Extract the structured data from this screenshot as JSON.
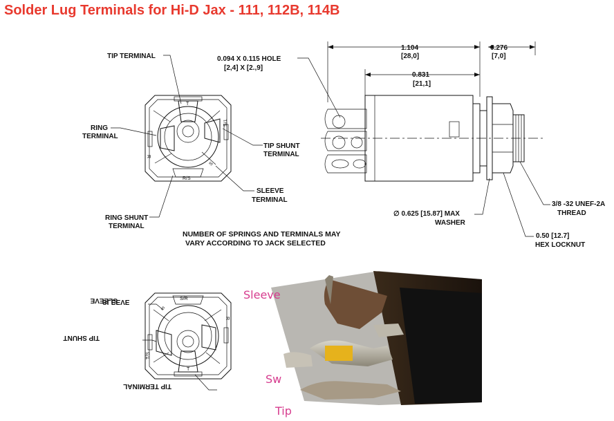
{
  "title": "Solder Lug Terminals for Hi-D Jax - 111, 112B, 114B",
  "front_view": {
    "tip_terminal": "TIP  TERMINAL",
    "ring_terminal_1": "RING",
    "ring_terminal_2": "TERMINAL",
    "tip_shunt_1": "TIP SHUNT",
    "tip_shunt_2": "TERMINAL",
    "sleeve_1": "SLEEVE",
    "sleeve_2": "TERMINAL",
    "ring_shunt_1": "RING SHUNT",
    "ring_shunt_2": "TERMINAL",
    "mark_ts": "T/S",
    "mark_rs": "R/S",
    "mark_s": "S",
    "mark_r": "R",
    "mark_t": "T"
  },
  "note": {
    "line1": "NUMBER OF SPRINGS AND TERMINALS MAY",
    "line2": "VARY ACCORDING TO JACK SELECTED"
  },
  "side_view": {
    "hole_1": "0.094  X  0.115 HOLE",
    "hole_2": "[2,4]  X  [2.,9]",
    "dim_total": "1.104",
    "dim_total_mm": "[28,0]",
    "dim_body": "0.831",
    "dim_body_mm": "[21,1]",
    "dim_thread": "0.276",
    "dim_thread_mm": "[7,0]",
    "washer_1": "∅ 0.625 [15.87] MAX",
    "washer_2": "WASHER",
    "thread_1": "3/8 -32 UNEF-2A",
    "thread_2": "THREAD",
    "hex_1": "0.50 [12.7]",
    "hex_2": "HEX LOCKNUT"
  },
  "rear_view": {
    "sleeve": "SLEEVE",
    "tip_shunt": "TIP SHUNT",
    "tip_terminal": "TIP TERMINAL",
    "mark_sr": "S/R",
    "mark_s": "S",
    "mark_r": "R",
    "mark_ts": "T/S",
    "mark_t": "T"
  },
  "photo": {
    "sleeve": "Sleeve",
    "sw": "Sw",
    "tip": "Tip"
  }
}
